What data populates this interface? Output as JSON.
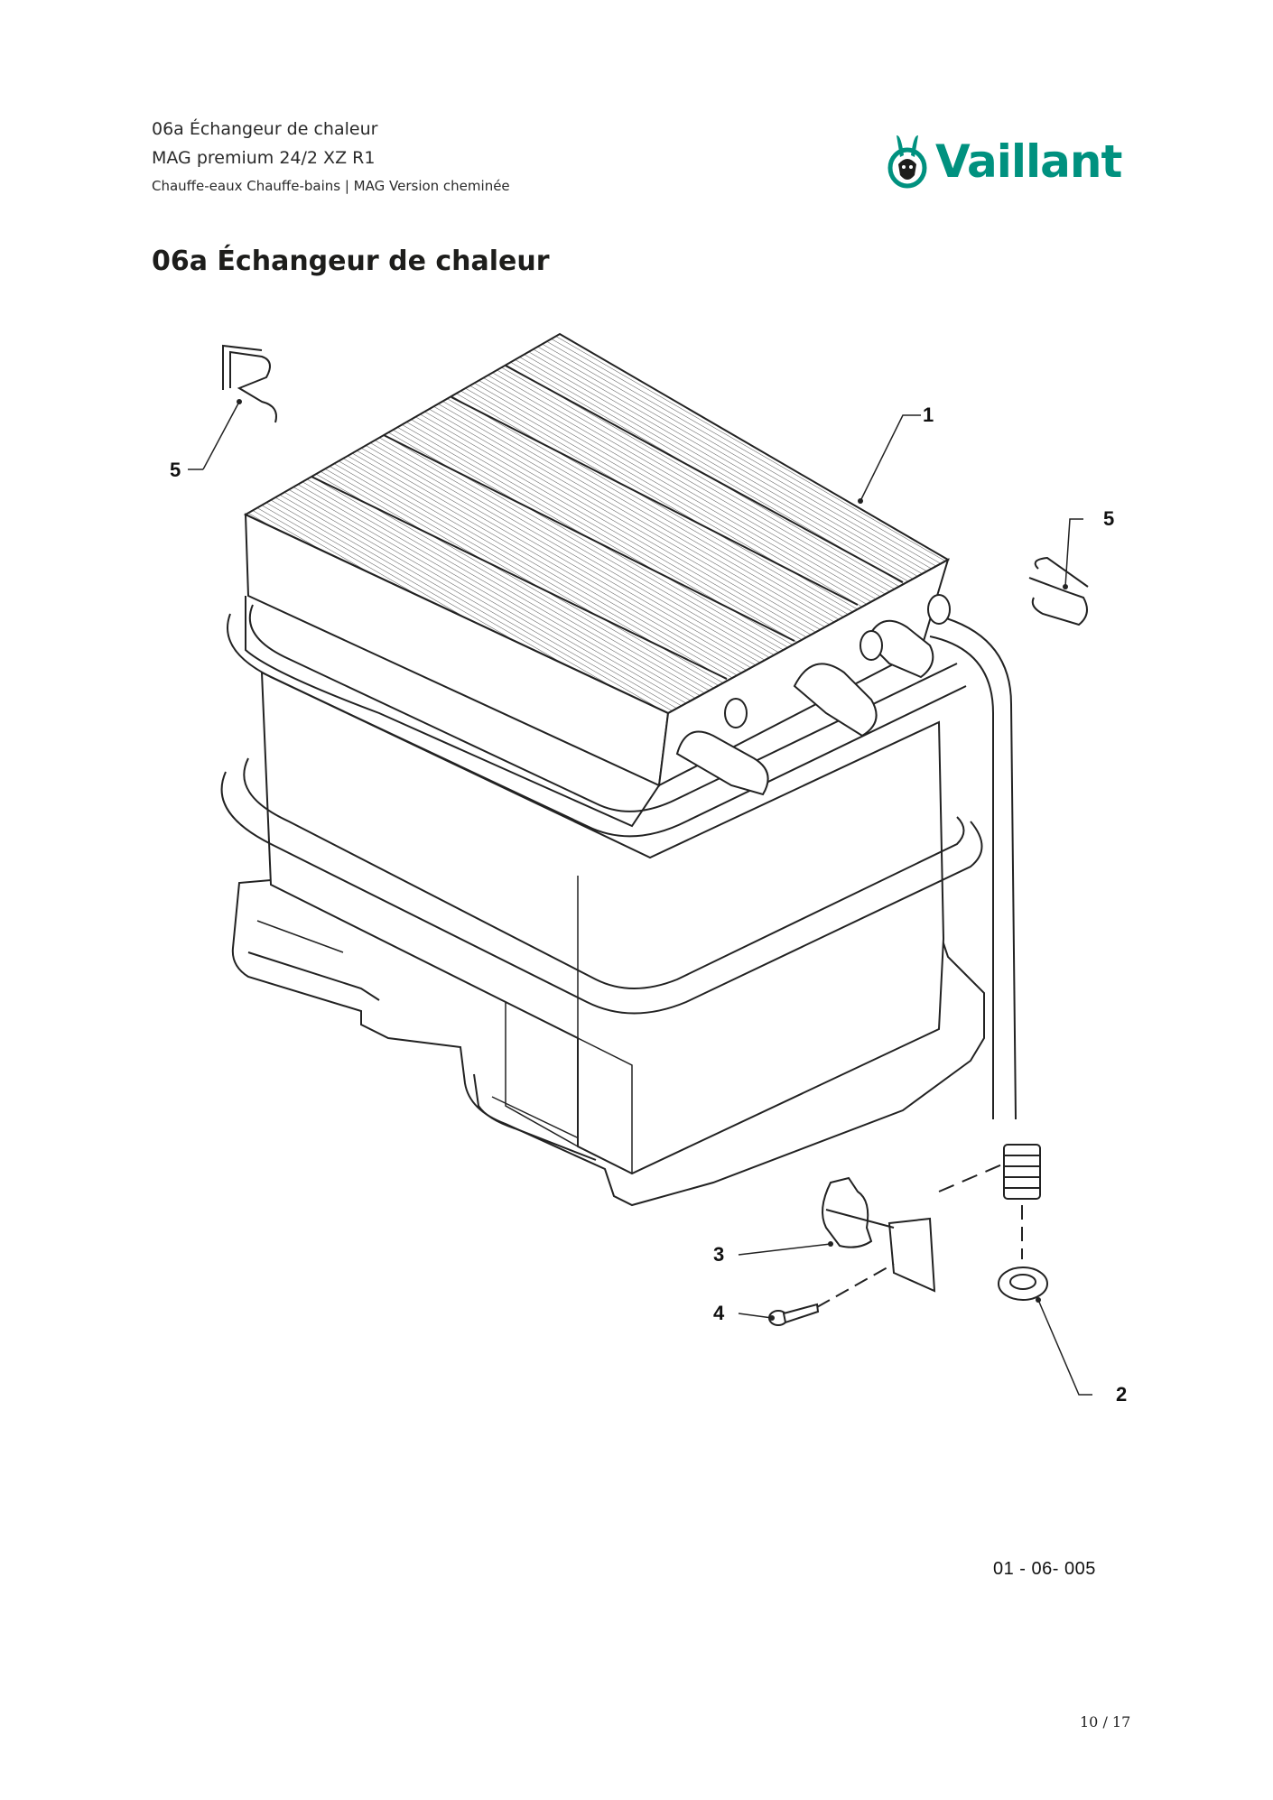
{
  "header": {
    "line1": "06a Échangeur de chaleur",
    "line2": "MAG premium 24/2 XZ R1",
    "line3": "Chauffe-eaux Chauffe-bains | MAG Version cheminée"
  },
  "brand": {
    "name": "Vaillant",
    "color": "#00917f"
  },
  "page_title": "06a Échangeur de chaleur",
  "diagram": {
    "callouts": [
      "1",
      "2",
      "3",
      "4",
      "5",
      "5"
    ]
  },
  "drawing_number": "01 - 06- 005",
  "page_number": "10 / 17"
}
